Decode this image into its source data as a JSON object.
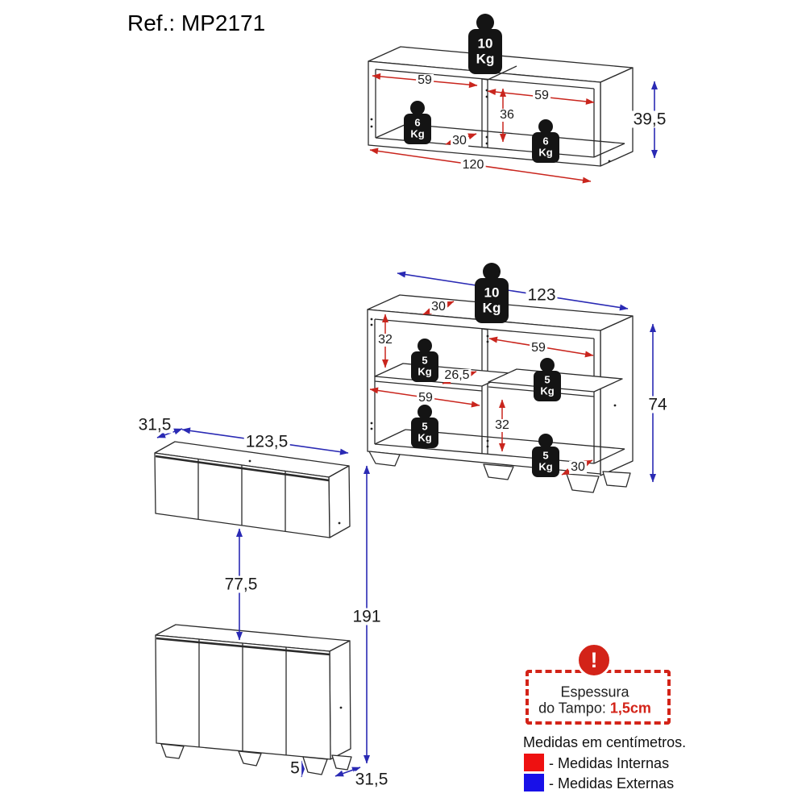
{
  "title": "Ref.: MP2171",
  "wall_shelf": {
    "weight_top": {
      "value": "10",
      "unit": "Kg"
    },
    "weight_left": {
      "value": "6",
      "unit": "Kg"
    },
    "weight_right": {
      "value": "6",
      "unit": "Kg"
    },
    "dims": {
      "left_inner_width": "59",
      "right_inner_width": "59",
      "inner_height": "36",
      "inner_depth": "30",
      "outer_width": "120",
      "outer_height": "39,5"
    }
  },
  "sideboard": {
    "weight_top": {
      "value": "10",
      "unit": "Kg"
    },
    "weight_upper_left": {
      "value": "5",
      "unit": "Kg"
    },
    "weight_upper_right": {
      "value": "5",
      "unit": "Kg"
    },
    "weight_lower_left": {
      "value": "5",
      "unit": "Kg"
    },
    "weight_lower_right": {
      "value": "5",
      "unit": "Kg"
    },
    "dims": {
      "outer_width": "123",
      "top_depth": "30",
      "upper_inner_height": "32",
      "upper_right_inner_width": "59",
      "shelf_depth": "26,5",
      "middle_inner_width": "59",
      "lower_inner_height": "32",
      "bottom_depth": "30",
      "outer_height": "74"
    }
  },
  "front_views": {
    "dims": {
      "wall_cabinet_depth": "31,5",
      "wall_cabinet_width": "123,5",
      "wall_to_base_gap": "77,5",
      "total_height": "191",
      "foot_height": "5",
      "base_cabinet_depth": "31,5"
    }
  },
  "legend": {
    "warning_icon": "!",
    "warning_line1": "Espessura",
    "warning_line2": "do Tampo:",
    "warning_value": "1,5cm",
    "units_note": "Medidas em centímetros.",
    "internal_label": "- Medidas Internas",
    "external_label": "- Medidas Externas"
  },
  "colors": {
    "internal_arrow": "#c9251d",
    "external_arrow": "#2a2ab4",
    "internal_swatch": "#ee1111",
    "external_swatch": "#1810e8",
    "warning_red": "#d32318"
  }
}
